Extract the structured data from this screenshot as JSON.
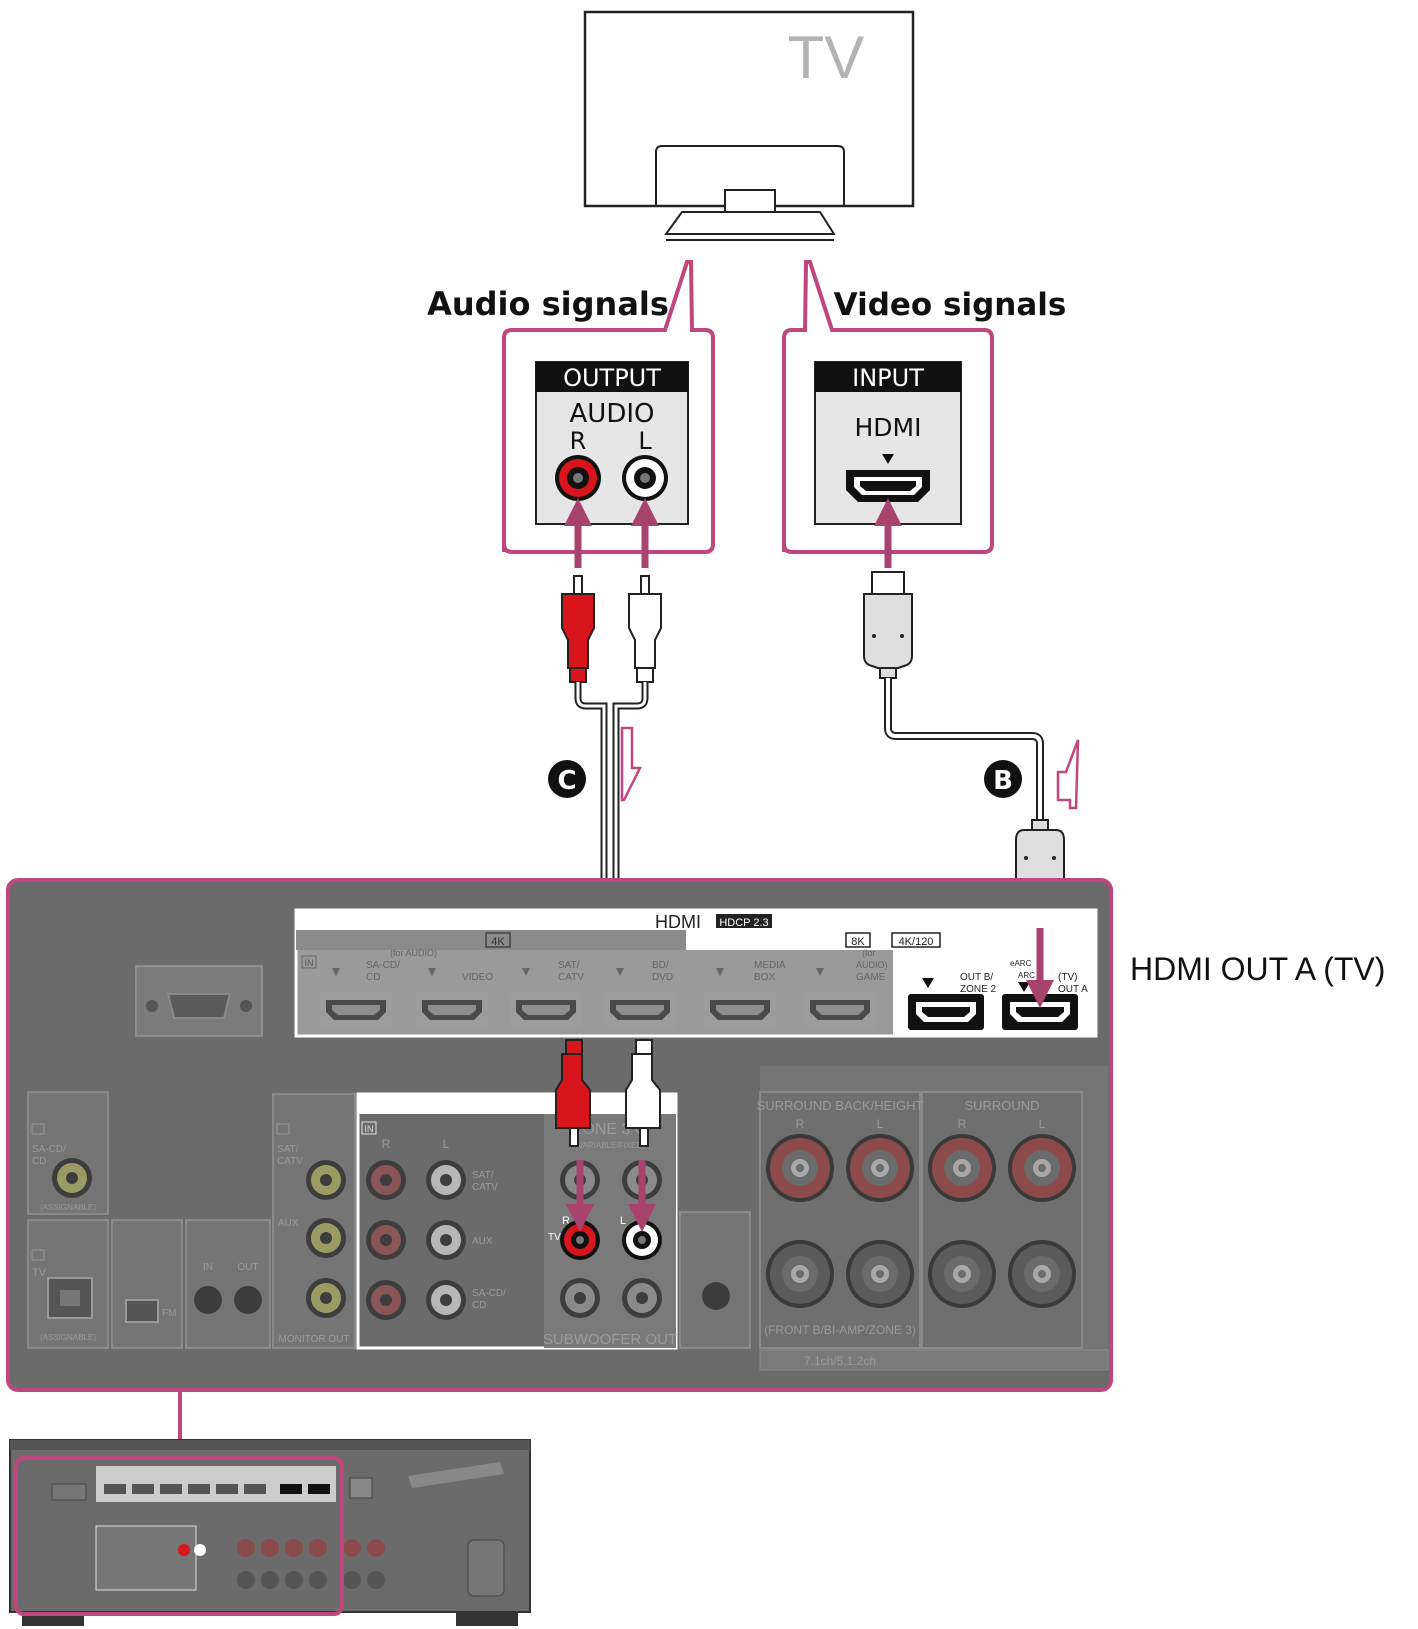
{
  "tv": {
    "label": "TV"
  },
  "signals": {
    "audio_label": "Audio signals",
    "video_label": "Video signals"
  },
  "tv_output_panel": {
    "header": "OUTPUT",
    "audio": "AUDIO",
    "r": "R",
    "l": "L"
  },
  "tv_input_panel": {
    "header": "INPUT",
    "hdmi": "HDMI"
  },
  "cables": {
    "c_badge": "C",
    "b_badge": "B"
  },
  "callout": {
    "hdmi_out_a": "HDMI OUT A (TV)"
  },
  "receiver": {
    "hdmi_title": "HDMI",
    "hdcp": "HDCP 2.3",
    "tag_4k": "4K",
    "tag_8k": "8K",
    "tag_4k120": "4K/120",
    "in": "IN",
    "hdmi_inputs": [
      {
        "line1": "(for AUDIO)",
        "line2": "SA-CD/",
        "line3": "CD"
      },
      {
        "line1": "",
        "line2": "",
        "line3": "VIDEO"
      },
      {
        "line1": "",
        "line2": "SAT/",
        "line3": "CATV"
      },
      {
        "line1": "",
        "line2": "BD/",
        "line3": "DVD"
      },
      {
        "line1": "",
        "line2": "MEDIA",
        "line3": "BOX"
      },
      {
        "line1": "(for",
        "line2": "AUDIO)",
        "line3": "GAME"
      }
    ],
    "out_b": "OUT B/",
    "zone2": "ZONE 2",
    "earc": "eARC",
    "arc": "ARC",
    "tv_paren": "(TV)",
    "out_a": "OUT A",
    "sacd_in": "SA-CD/",
    "sacd_cd": "CD",
    "assignable": "(ASSIGNABLE)",
    "tv_optical": "TV",
    "fm": "FM",
    "ir_in": "IN",
    "ir_out": "OUT",
    "sat_catv": "SAT/",
    "catv": "CATV",
    "aux": "AUX",
    "monitor_out": "MONITOR OUT",
    "col_r": "R",
    "col_l": "L",
    "row_sat": "SAT/",
    "row_catv": "CATV",
    "row_aux": "AUX",
    "row_sacd": "SA-CD/",
    "row_cd": "CD",
    "zone3": "ZONE 3 O",
    "variable_fixed": "(VARIABLE/FIXED)",
    "tv_row": "TV",
    "subwoofer_out": "SUBWOOFER OUT",
    "surround_back": "SURROUND BACK/HEIGHT",
    "surround": "SURROUND",
    "front_b": "(FRONT B/BI-AMP/ZONE 3)",
    "ch": "7.1ch/5.1.2ch"
  },
  "colors": {
    "magenta": "#c0467e",
    "panel_gray": "#6b6b6b",
    "red_jack": "#d8141c"
  }
}
